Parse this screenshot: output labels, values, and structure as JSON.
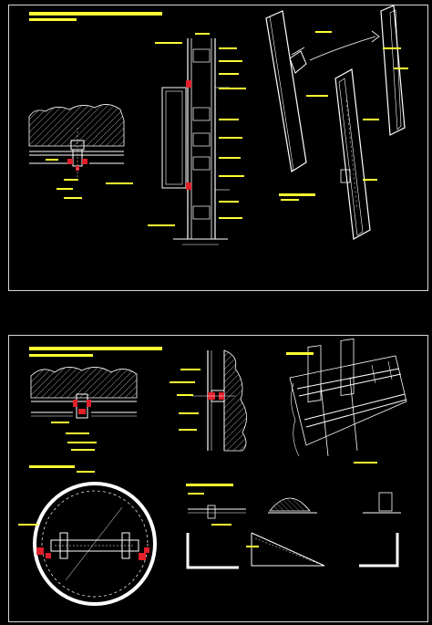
{
  "drawing": {
    "background": "#000000",
    "frame_color": "#d8d8d8",
    "line_color": "#ffffff",
    "annotation_color": "#ffff33",
    "gasket_color": "#e0202a",
    "label_text_legible": false
  },
  "top_sheet": {
    "details": [
      "horizontal-joint-section",
      "vertical-section",
      "isometric-panel-bracket"
    ]
  },
  "bottom_sheet": {
    "details": [
      "joint-section",
      "wall-anchor-section",
      "isometric-rail-view",
      "circular-column-section",
      "profile-details"
    ]
  }
}
